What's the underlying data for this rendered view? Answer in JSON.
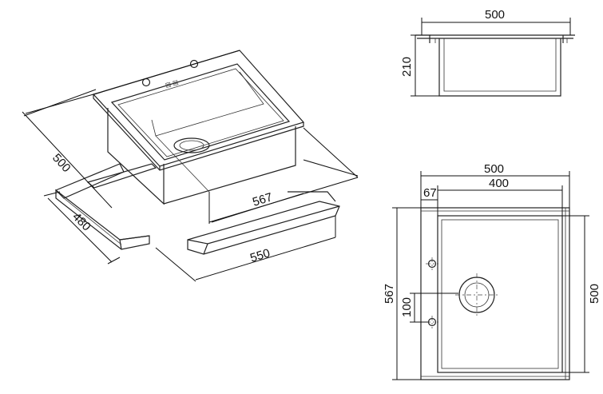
{
  "dimensions": {
    "iso_depth": "500",
    "iso_width_bowl": "567",
    "iso_cabinet_depth": "480",
    "iso_cabinet_width": "550",
    "side_width": "500",
    "side_height": "210",
    "plan_total_width": "500",
    "plan_inner_width": "400",
    "plan_offset": "67",
    "plan_total_height": "567",
    "plan_inner_height": "500",
    "plan_tap_spacing": "100"
  },
  "drawing_color": "#222222",
  "background_color": "#ffffff"
}
